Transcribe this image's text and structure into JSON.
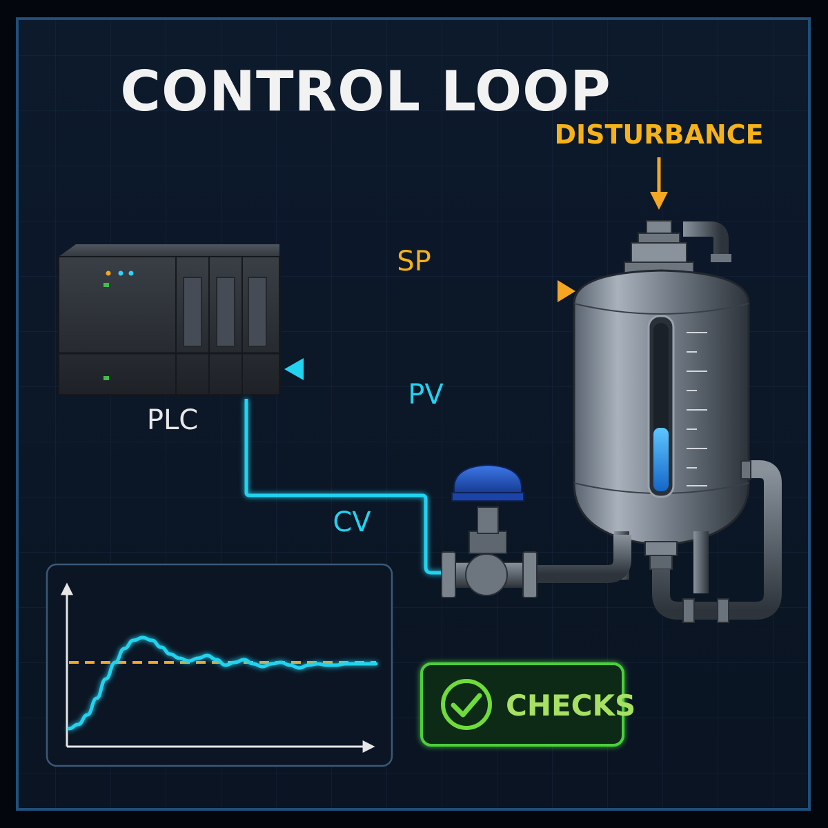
{
  "title": "CONTROL LOOP",
  "labels": {
    "plc": "PLC",
    "sp": "SP",
    "pv": "PV",
    "cv": "CV",
    "disturbance": "DISTURBANCE",
    "checks": "CHECKS"
  },
  "colors": {
    "background": "#0b1626",
    "frame": "#1f4f7a",
    "setpoint": "#f5a623",
    "process": "#22d3f0",
    "checks": "#6fdc3a",
    "valve": "#1d4fc0"
  },
  "icons": {
    "controller": "plc-rack-icon",
    "vessel": "tank-icon",
    "valve": "control-valve-icon",
    "check": "check-circle-icon"
  },
  "chart_data": {
    "type": "line",
    "title": "",
    "xlabel": "",
    "ylabel": "",
    "xlim": [
      0,
      1
    ],
    "ylim": [
      0,
      1
    ],
    "setpoint": 0.5,
    "series": [
      {
        "x": [
          0,
          0.03,
          0.06,
          0.09,
          0.12,
          0.15,
          0.18,
          0.21,
          0.24,
          0.27,
          0.3,
          0.33,
          0.36,
          0.39,
          0.42,
          0.45,
          0.48,
          0.51,
          0.54,
          0.57,
          0.6,
          0.63,
          0.66,
          0.69,
          0.72,
          0.75,
          0.78,
          0.81,
          0.84,
          0.87,
          0.9,
          0.93,
          0.96,
          1.0
        ],
        "values": [
          0.02,
          0.05,
          0.12,
          0.24,
          0.38,
          0.5,
          0.6,
          0.66,
          0.68,
          0.66,
          0.61,
          0.56,
          0.53,
          0.51,
          0.53,
          0.55,
          0.52,
          0.48,
          0.5,
          0.52,
          0.49,
          0.47,
          0.49,
          0.5,
          0.48,
          0.46,
          0.48,
          0.49,
          0.48,
          0.48,
          0.49,
          0.49,
          0.49,
          0.49
        ]
      }
    ]
  }
}
